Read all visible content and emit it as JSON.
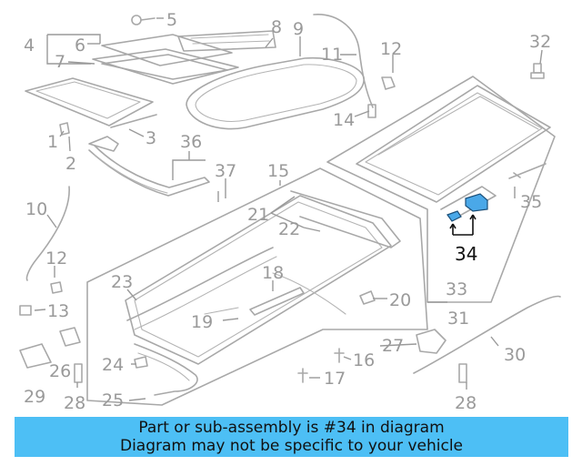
{
  "callouts": [
    "1",
    "2",
    "3",
    "4",
    "5",
    "6",
    "7",
    "8",
    "9",
    "10",
    "11",
    "12",
    "12",
    "13",
    "14",
    "15",
    "16",
    "17",
    "18",
    "19",
    "20",
    "21",
    "22",
    "23",
    "24",
    "25",
    "26",
    "27",
    "28",
    "28",
    "29",
    "30",
    "31",
    "32",
    "33",
    "34",
    "35",
    "36",
    "37"
  ],
  "highlight": {
    "part_number": "34",
    "color": "#4aa8e8"
  },
  "banner": {
    "line1": "Part or sub-assembly is #34 in diagram",
    "line2": "Diagram may not be specific to your vehicle",
    "color": "#4dbff5"
  }
}
